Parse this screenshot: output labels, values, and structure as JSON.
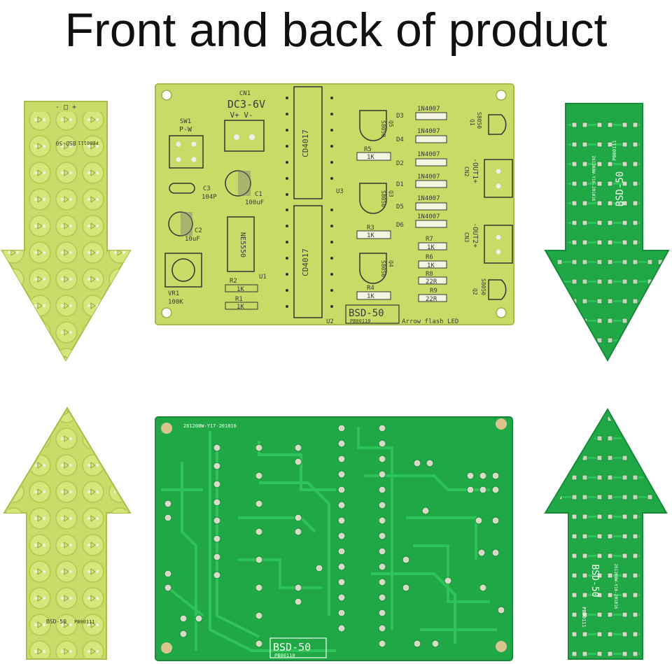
{
  "title": "Front and back of product",
  "colors": {
    "front_board": "#c8dc6a",
    "back_board": "#1fa845",
    "trace": "#2ec45a",
    "pad": "#d9d9c8"
  },
  "front_main_board": {
    "labels": {
      "cn1": "CN1",
      "voltage": "DC3-6V",
      "polarity": "V+  V-",
      "sw1": "SW1",
      "sw1_type": "P-W",
      "c3": "C3",
      "c3_val": "104P",
      "c1": "C1",
      "c1_val": "100uF",
      "c2": "C2",
      "c2_val": "10uF",
      "vr1": "VR1",
      "vr1_val": "100K",
      "ne555": "NE5550",
      "u1": "U1",
      "r2": "R2",
      "r2_val": "1K",
      "r1": "R1",
      "r1_val": "1K",
      "cd4017_top": "CD4017",
      "cd4017_bottom": "CD4017",
      "u3": "U3",
      "u2": "U2",
      "q1": "S8050",
      "q1_id": "Q5",
      "q2": "S8050",
      "q2_id": "Q3",
      "q3": "S8050",
      "q3_id": "Q4",
      "r5": "R5",
      "r5_val": "1K",
      "r3": "R3",
      "r3_val": "1K",
      "r4": "R4",
      "r4_val": "1K",
      "r7": "R7",
      "r7_val": "1K",
      "r6": "R6",
      "r6_val": "1K",
      "r8": "R8",
      "r8_val": "22R",
      "r9": "R9",
      "r9_val": "22R",
      "diodes": [
        "1N4007",
        "1N4007",
        "1N4007",
        "1N4007",
        "1N4007",
        "1N4007"
      ],
      "diode_ids": [
        "D3",
        "D4",
        "D2",
        "D1",
        "D5",
        "D6"
      ],
      "q_right_top": "S8050",
      "q_right_top_id": "Q1",
      "q_right_bottom": "S8050",
      "q_right_bottom_id": "Q2",
      "cn2": "CN2",
      "out1": "-OUT1+",
      "cn3": "CN3",
      "out2": "-OUT2+",
      "model": "BSD-50",
      "code": "PB00110",
      "desc": "Arrow flash LED"
    }
  },
  "front_down_arrow": {
    "header": "- □ +",
    "model": "BSD-50",
    "code": "PB00111"
  },
  "front_up_arrow": {
    "model": "BSD-50",
    "code": "PB00111"
  },
  "back_down_arrow": {
    "model": "BSD-50",
    "code": "PB00111",
    "serial": "261208W-Y16-201016"
  },
  "back_up_arrow": {
    "model": "BSD-50",
    "code": "PB00111",
    "serial": "261208W-Y16-201016"
  },
  "back_main_board": {
    "serial": "261208W-Y17-201016",
    "model": "BSD-50",
    "code": "PB00110"
  }
}
